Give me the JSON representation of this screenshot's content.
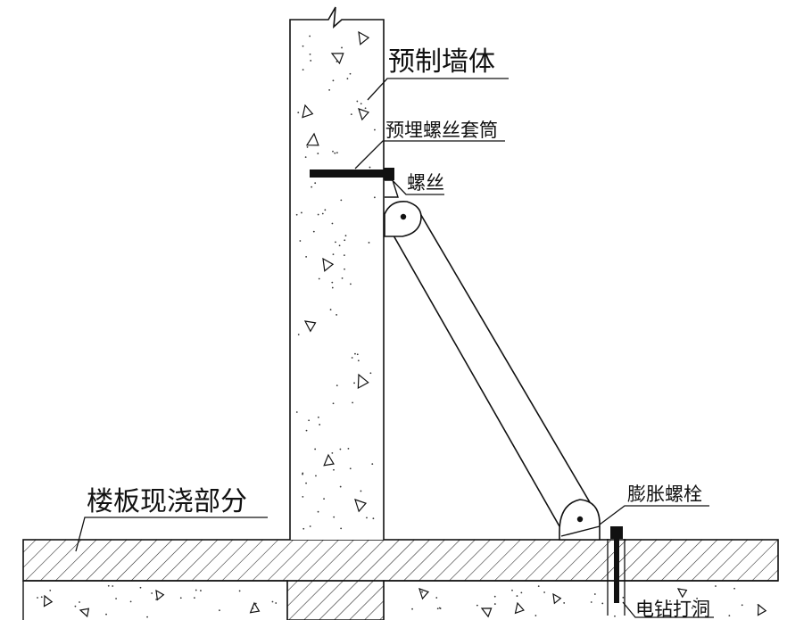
{
  "labels": {
    "precast_wall": "预制墙体",
    "embedded_sleeve": "预埋螺丝套筒",
    "screw": "螺丝",
    "expansion_bolt": "膨胀螺栓",
    "floor_cast": "楼板现浇部分",
    "drill_hole": "电钻打洞"
  },
  "colors": {
    "line": "#111111",
    "background": "#ffffff"
  }
}
